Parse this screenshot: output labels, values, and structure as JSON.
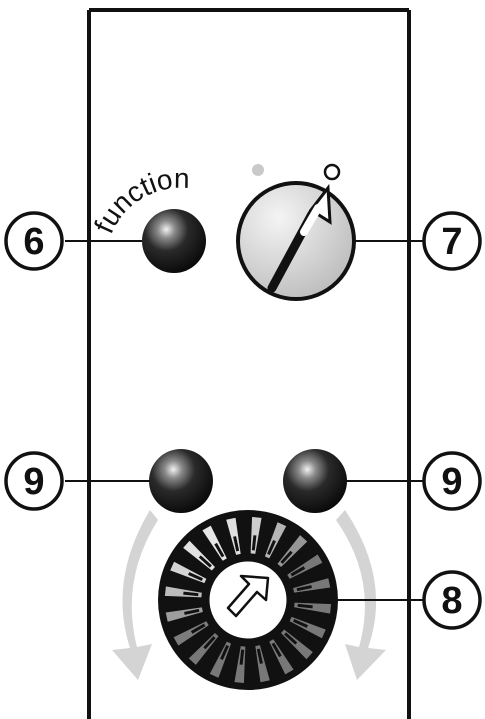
{
  "device_panel": {
    "function_label": "function",
    "key_switch": {
      "position_labels": [
        "•",
        "o"
      ]
    },
    "callouts": {
      "function_button": "6",
      "key_switch": "7",
      "rotary_encoder": "8",
      "left_button": "9",
      "right_button": "9"
    }
  },
  "colors": {
    "outline": "#111111",
    "arrow_gray": "#d0d0d0",
    "dial_face": "#cfcfcf",
    "button_dark": "#1a1a1a"
  }
}
